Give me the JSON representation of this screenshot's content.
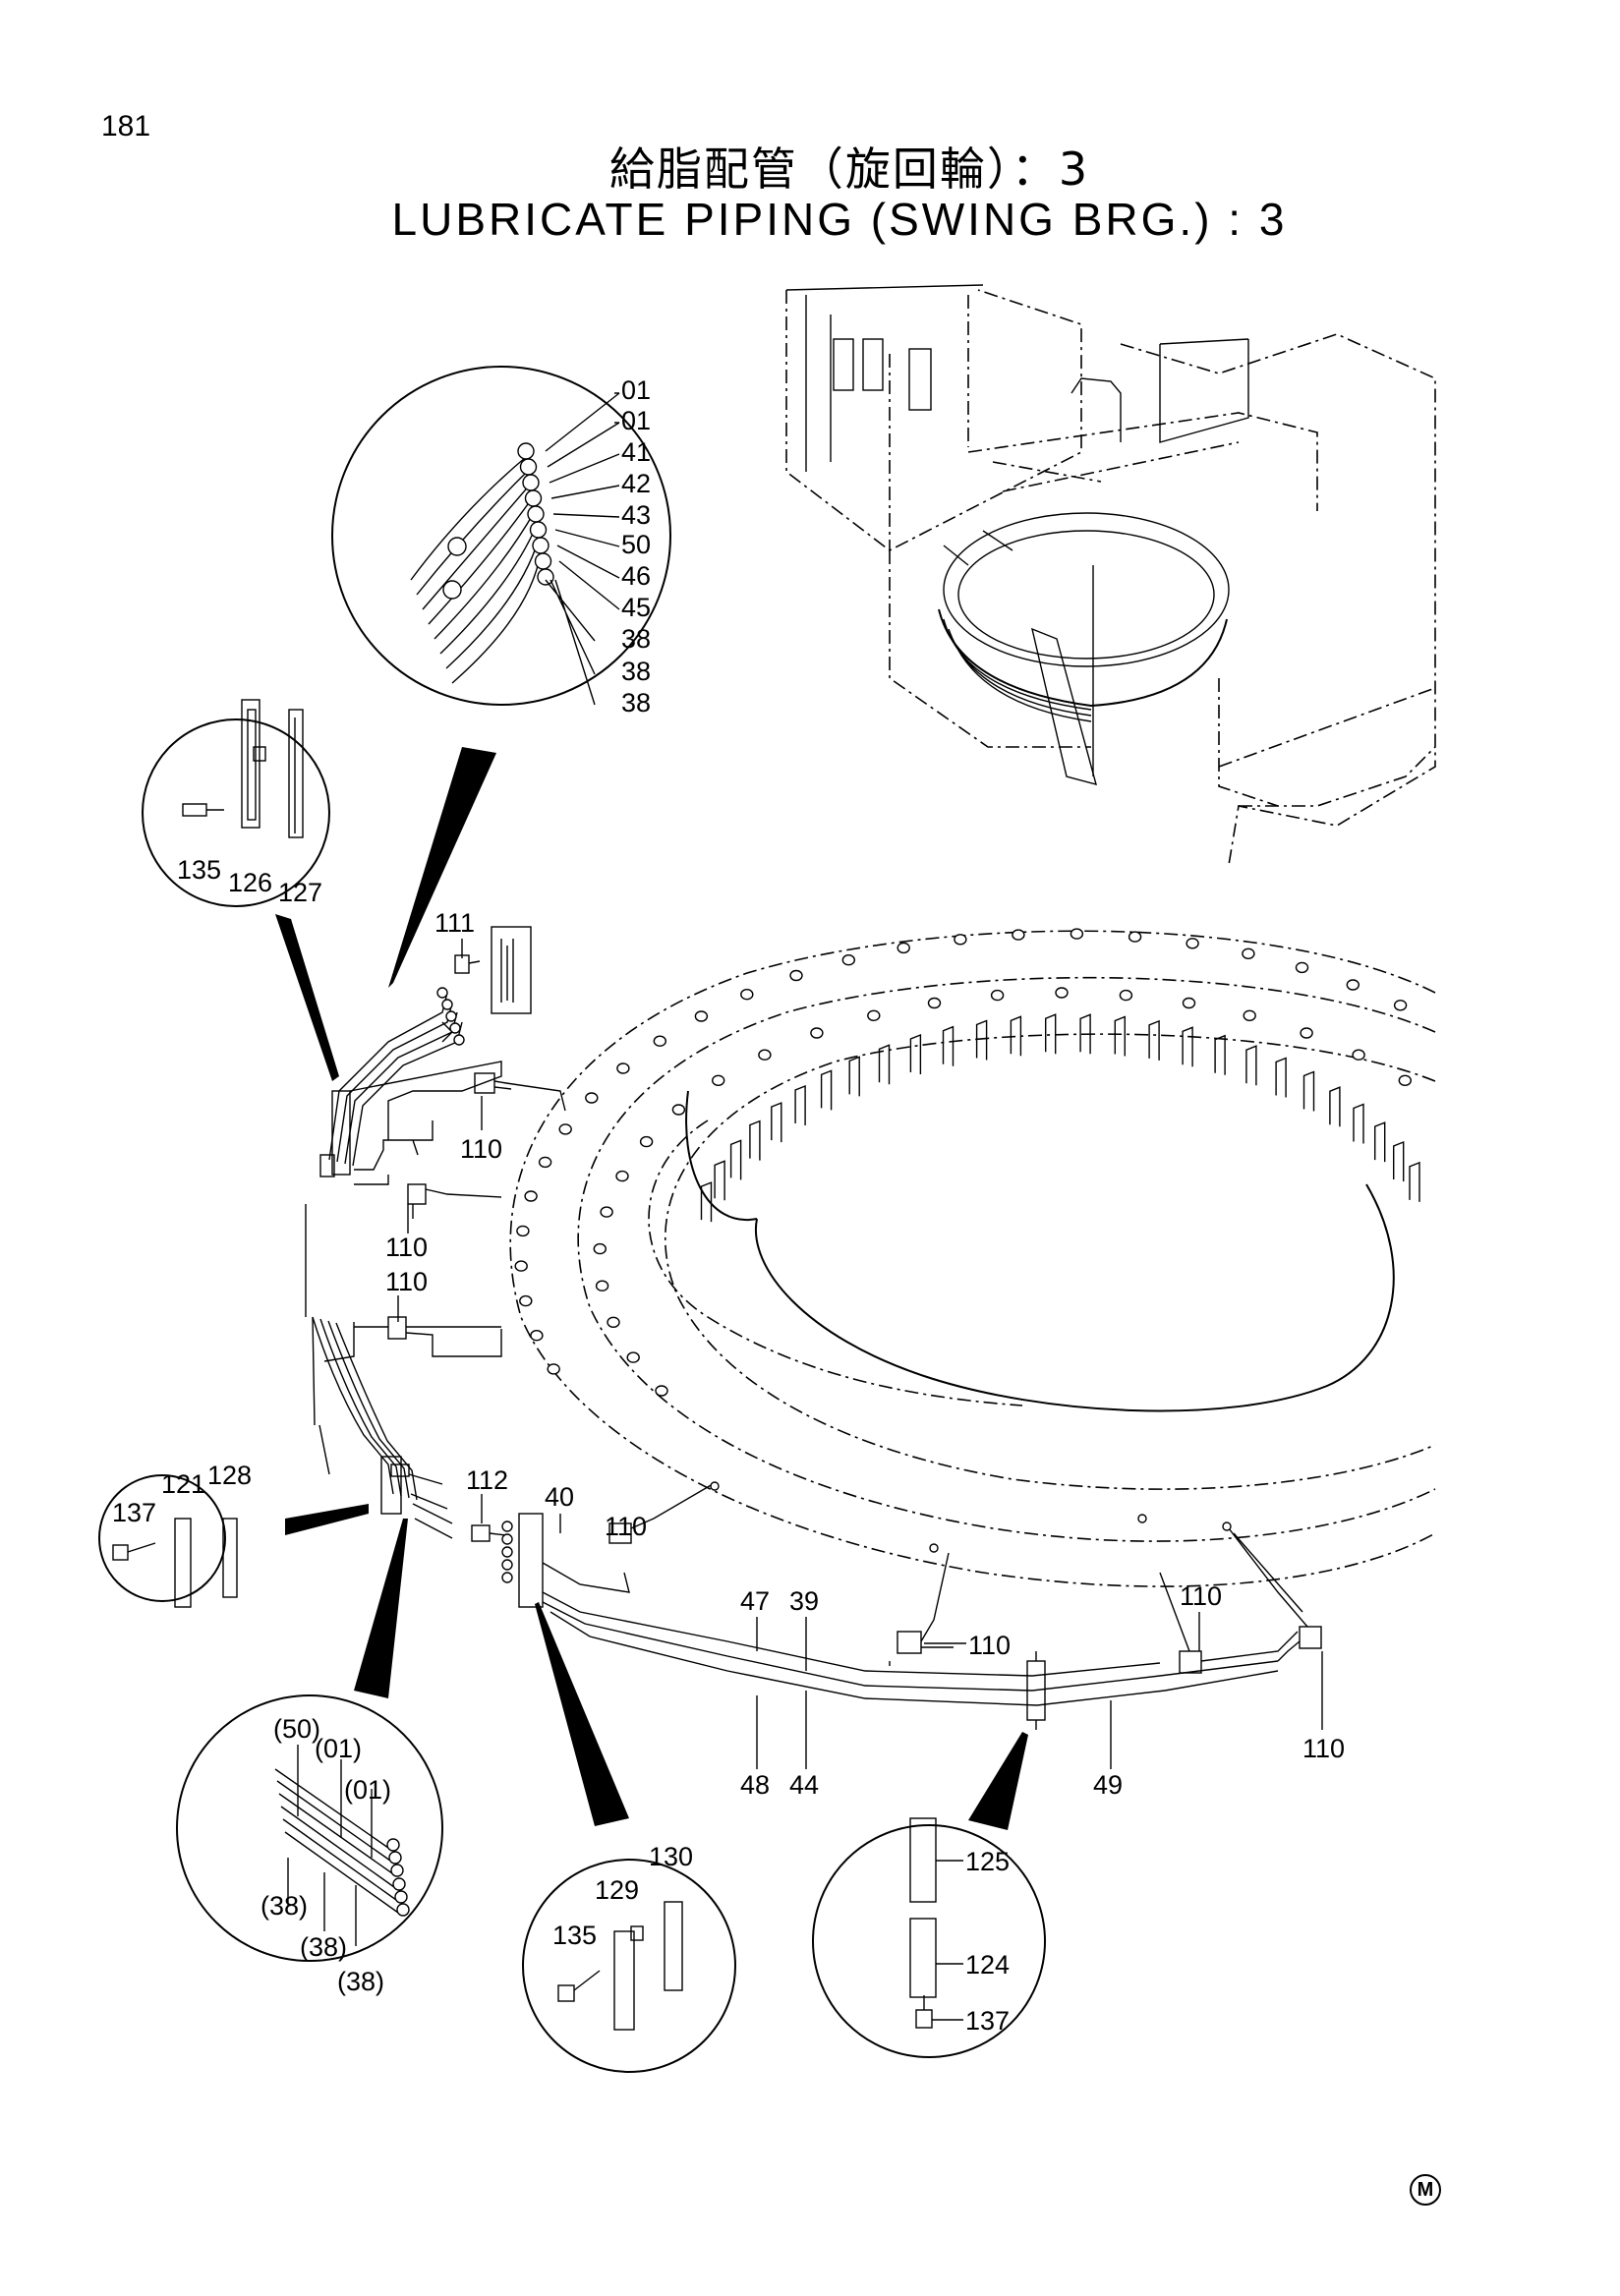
{
  "page_number": "181",
  "title": {
    "japanese": "給脂配管（旋回輪）：3",
    "english": "LUBRICATE PIPING (SWING BRG.) : 3"
  },
  "detail_top_labels": [
    "01",
    "01",
    "41",
    "42",
    "43",
    "50",
    "46",
    "45",
    "38",
    "38",
    "38"
  ],
  "detail_clamp_labels": [
    "135",
    "126",
    "127"
  ],
  "detail_left_labels": [
    "137",
    "121",
    "128"
  ],
  "detail_hose_labels": [
    "(50)",
    "(01)",
    "(01)",
    "(38)",
    "(38)",
    "(38)"
  ],
  "detail_bottom_mid_labels": [
    "130",
    "129",
    "135"
  ],
  "detail_bottom_right_labels": [
    "125",
    "124",
    "137"
  ],
  "main_labels": {
    "l111": "111",
    "l110a": "110",
    "l110b": "110",
    "l110c": "110",
    "l112": "112",
    "l40": "40",
    "l110d": "110",
    "l47": "47",
    "l39": "39",
    "l110e": "110",
    "l110f": "110",
    "l110g": "110",
    "l48": "48",
    "l44": "44",
    "l49": "49"
  },
  "corner_mark": "M"
}
